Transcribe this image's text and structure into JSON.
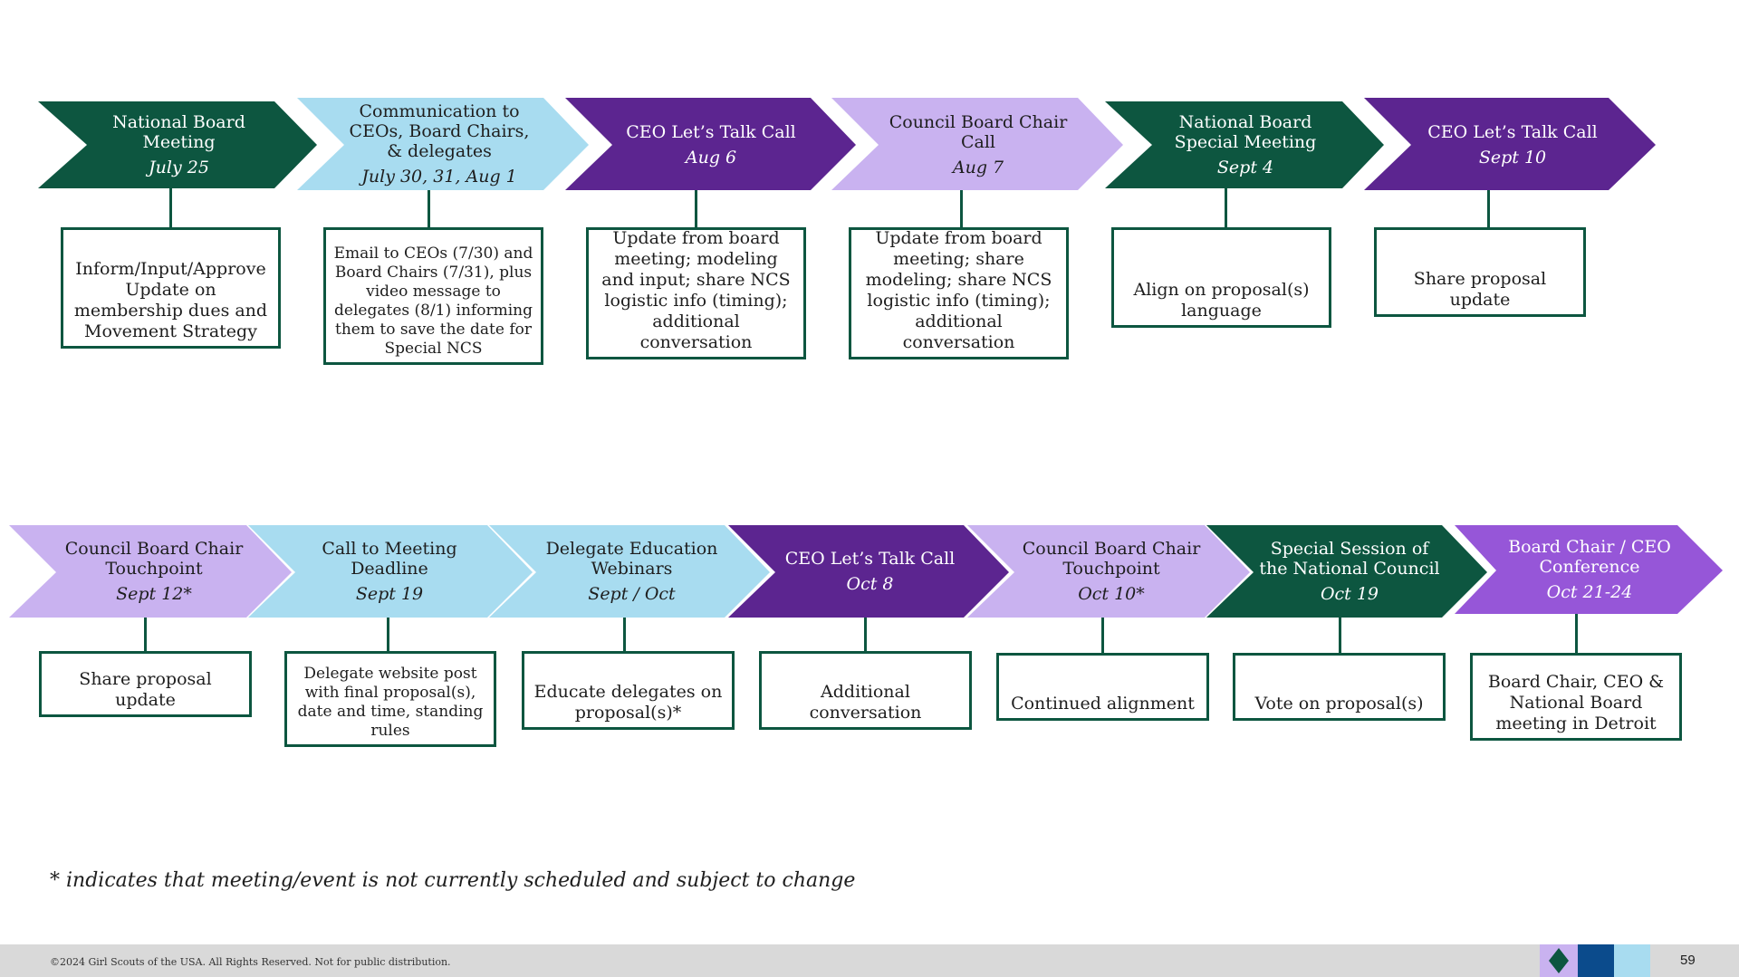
{
  "colors": {
    "dark_green": "#0d5640",
    "light_blue": "#a8dcf0",
    "purple": "#5c2590",
    "lavender": "#c9b2f0",
    "violet": "#9656d8"
  },
  "row1": [
    {
      "title": "National Board Meeting",
      "date": "July 25",
      "color": "dark_green",
      "note": "Inform/Input/Approve Update on membership dues and Movement Strategy"
    },
    {
      "title": "Communication to CEOs, Board Chairs, & delegates",
      "date": "July 30, 31, Aug 1",
      "color": "light_blue",
      "note": "Email to CEOs (7/30) and Board Chairs (7/31), plus video message to delegates (8/1) informing them to save the date for Special NCS"
    },
    {
      "title": "CEO Let’s Talk Call",
      "date": "Aug 6",
      "color": "purple",
      "note": "Update from board meeting; modeling and input; share NCS logistic info (timing); additional conversation"
    },
    {
      "title": "Council Board Chair Call",
      "date": "Aug 7",
      "color": "lavender",
      "note": "Update from board meeting; share modeling; share NCS logistic info (timing); additional conversation"
    },
    {
      "title": "National Board Special Meeting",
      "date": "Sept 4",
      "color": "dark_green",
      "note": "Align on proposal(s) language"
    },
    {
      "title": "CEO Let’s Talk Call",
      "date": "Sept 10",
      "color": "purple",
      "note": "Share proposal update"
    }
  ],
  "row2": [
    {
      "title": "Council Board Chair Touchpoint",
      "date": "Sept 12*",
      "color": "lavender",
      "note": "Share proposal update"
    },
    {
      "title": "Call to Meeting Deadline",
      "date": "Sept 19",
      "color": "light_blue",
      "note": "Delegate website post with final proposal(s), date and time, standing rules"
    },
    {
      "title": "Delegate Education Webinars",
      "date": "Sept / Oct",
      "color": "light_blue",
      "note": "Educate delegates on proposal(s)*"
    },
    {
      "title": "CEO Let’s Talk Call",
      "date": "Oct 8",
      "color": "purple",
      "note": "Additional conversation"
    },
    {
      "title": "Council Board Chair Touchpoint",
      "date": "Oct 10*",
      "color": "lavender",
      "note": "Continued alignment"
    },
    {
      "title": "Special Session of the National Council",
      "date": "Oct 19",
      "color": "dark_green",
      "note": "Vote on proposal(s)"
    },
    {
      "title": "Board Chair / CEO Conference",
      "date": "Oct 21-24",
      "color": "violet",
      "note": "Board Chair, CEO & National Board meeting in Detroit"
    }
  ],
  "footnote": "* indicates that meeting/event is not currently scheduled and subject to change",
  "footer": {
    "copyright": "©2024 Girl Scouts of the USA. All Rights Reserved. Not for public distribution.",
    "page_number": "59"
  }
}
